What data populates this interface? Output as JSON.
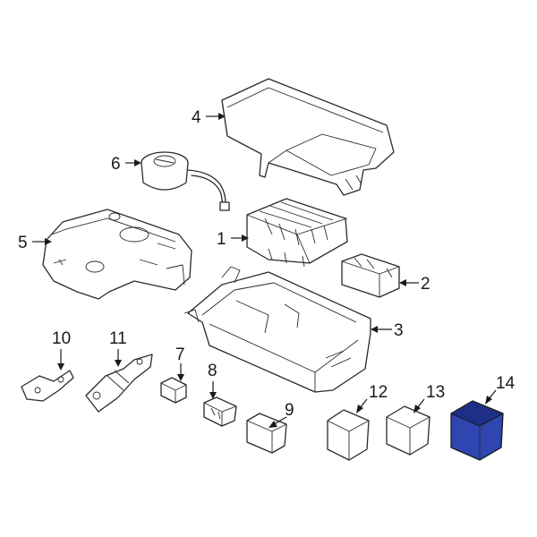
{
  "diagram": {
    "highlight_color": "#2f45b0",
    "highlight_dark": "#1f2f86",
    "callouts": [
      {
        "id": "c1",
        "label": "1"
      },
      {
        "id": "c2",
        "label": "2"
      },
      {
        "id": "c3",
        "label": "3"
      },
      {
        "id": "c4",
        "label": "4"
      },
      {
        "id": "c5",
        "label": "5"
      },
      {
        "id": "c6",
        "label": "6"
      },
      {
        "id": "c7",
        "label": "7"
      },
      {
        "id": "c8",
        "label": "8"
      },
      {
        "id": "c9",
        "label": "9"
      },
      {
        "id": "c10",
        "label": "10"
      },
      {
        "id": "c11",
        "label": "11"
      },
      {
        "id": "c12",
        "label": "12"
      },
      {
        "id": "c13",
        "label": "13"
      },
      {
        "id": "c14",
        "label": "14"
      }
    ]
  }
}
